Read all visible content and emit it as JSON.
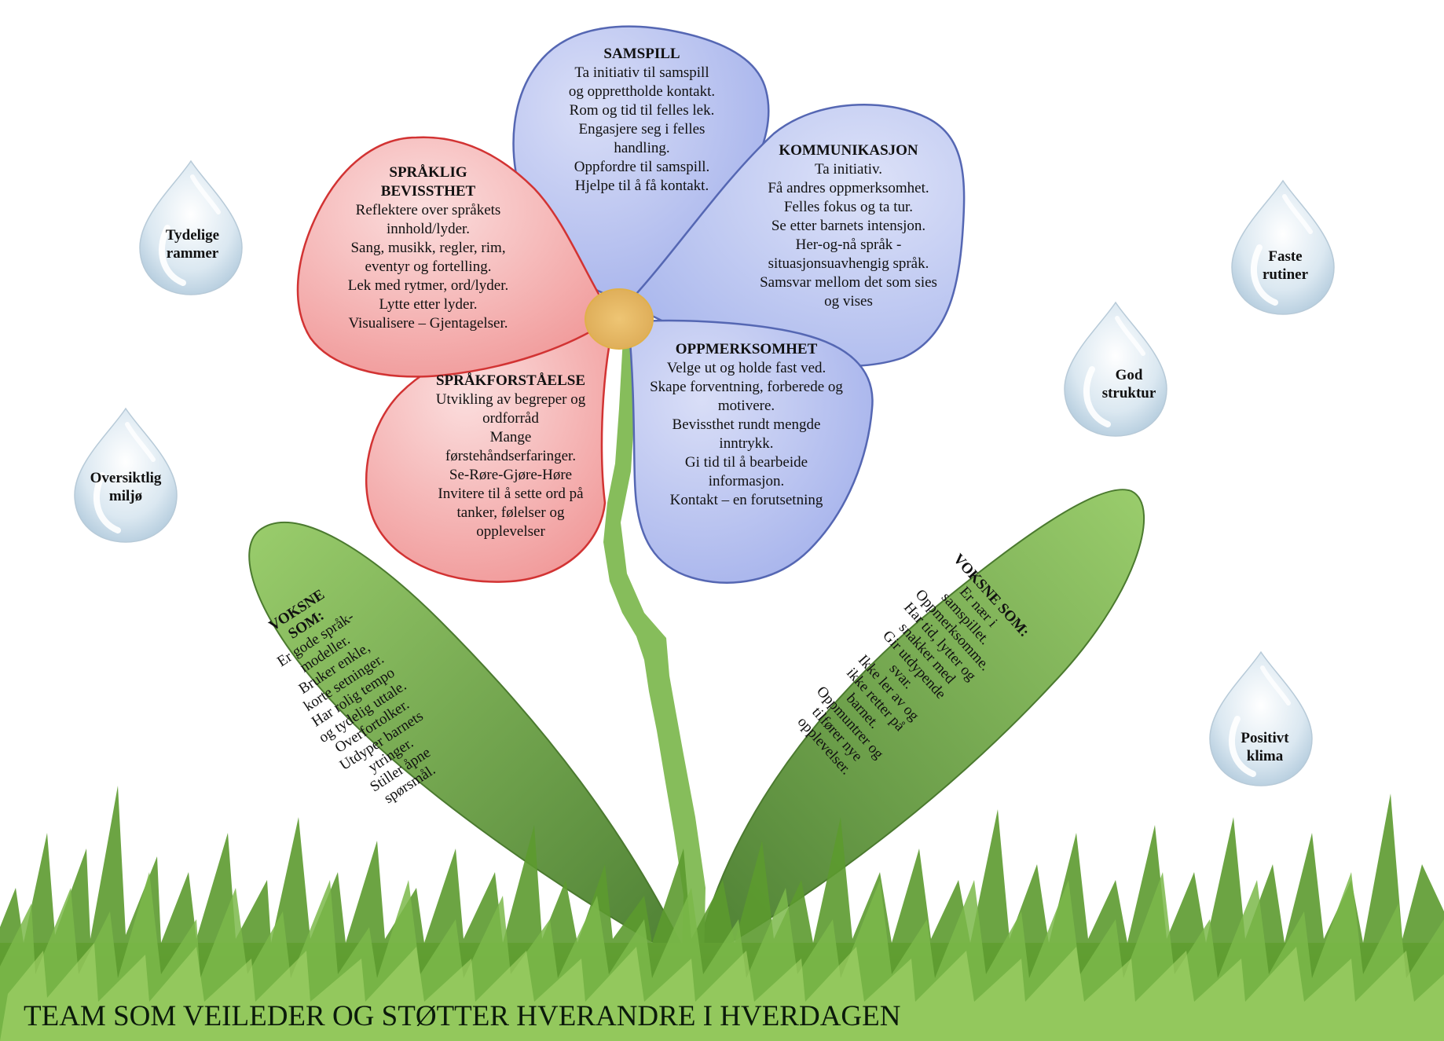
{
  "colors": {
    "blue_petal": "#aab6ea",
    "blue_petal_edge": "#4a5fae",
    "red_petal": "#f19e9e",
    "red_petal_edge": "#cf2b2b",
    "center": "#e6b865",
    "stem": "#86bd5b",
    "leaf": "#6ea247",
    "drop": "#c9dbe8",
    "grass": "#5c9a2f"
  },
  "petals": {
    "samspill": {
      "title": "SAMSPILL",
      "lines": [
        "Ta initiativ til samspill",
        "og opprettholde kontakt.",
        "Rom og tid til felles lek.",
        "Engasjere seg i felles",
        "handling.",
        "Oppfordre til samspill.",
        "Hjelpe til å få kontakt."
      ]
    },
    "kommunikasjon": {
      "title": "KOMMUNIKASJON",
      "lines": [
        "Ta initiativ.",
        "Få andres oppmerksomhet.",
        "Felles fokus og ta tur.",
        "Se etter barnets intensjon.",
        "Her-og-nå språk -",
        "situasjonsuavhengig språk.",
        "Samsvar mellom det som sies",
        "og vises"
      ]
    },
    "spraklig": {
      "title_lines": [
        "SPRÅKLIG",
        "BEVISSTHET"
      ],
      "lines": [
        "Reflektere over språkets",
        "innhold/lyder.",
        "Sang, musikk, regler, rim,",
        "eventyr og fortelling.",
        "Lek med rytmer, ord/lyder.",
        "Lytte etter lyder.",
        "Visualisere – Gjentagelser."
      ]
    },
    "sprakforstaelse": {
      "title": "SPRÅKFORSTÅELSE",
      "lines": [
        "Utvikling av begreper og",
        "ordforråd",
        "Mange",
        "førstehåndserfaringer.",
        "Se-Røre-Gjøre-Høre",
        "Invitere til å sette ord på",
        "tanker, følelser og",
        "opplevelser"
      ]
    },
    "oppmerksomhet": {
      "title": "OPPMERKSOMHET",
      "lines": [
        "Velge ut og holde fast ved.",
        "Skape forventning, forberede og",
        "motivere.",
        "Bevissthet rundt mengde",
        "inntrykk.",
        "Gi tid til å bearbeide",
        "informasjon.",
        "Kontakt – en forutsetning"
      ]
    }
  },
  "leaves": {
    "left": {
      "title_lines": [
        "VOKSNE",
        "SOM:"
      ],
      "lines": [
        "Er gode språk-",
        "modeller.",
        "Bruker enkle,",
        "korte setninger.",
        "Har rolig tempo",
        "og tydelig uttale.",
        "Overfortolker.",
        "Utdyper barnets",
        "ytringer.",
        "Stiller åpne",
        "spørsmål."
      ]
    },
    "right": {
      "title_lines": [
        "VOKSNE SOM:"
      ],
      "lines": [
        "Er nær i",
        "samspillet.",
        "Oppmerksomme.",
        "Har tid, lytter og",
        "snakker med",
        "Gir utdypende",
        "svar.",
        "Ikke ler av og",
        "ikke retter på",
        "barnet.",
        "Oppmuntrer og",
        "tilfører nye",
        "opplevelser."
      ]
    }
  },
  "drops": [
    {
      "id": "tydelige",
      "lines": [
        "Tydelige",
        "rammer"
      ]
    },
    {
      "id": "oversiktlig",
      "lines": [
        "Oversiktlig",
        "miljø"
      ]
    },
    {
      "id": "faste",
      "lines": [
        "Faste",
        "rutiner"
      ]
    },
    {
      "id": "god",
      "lines": [
        "God",
        "struktur"
      ]
    },
    {
      "id": "positivt",
      "lines": [
        "Positivt",
        "klima"
      ]
    }
  ],
  "footer": "TEAM SOM VEILEDER OG STØTTER HVERANDRE I HVERDAGEN"
}
